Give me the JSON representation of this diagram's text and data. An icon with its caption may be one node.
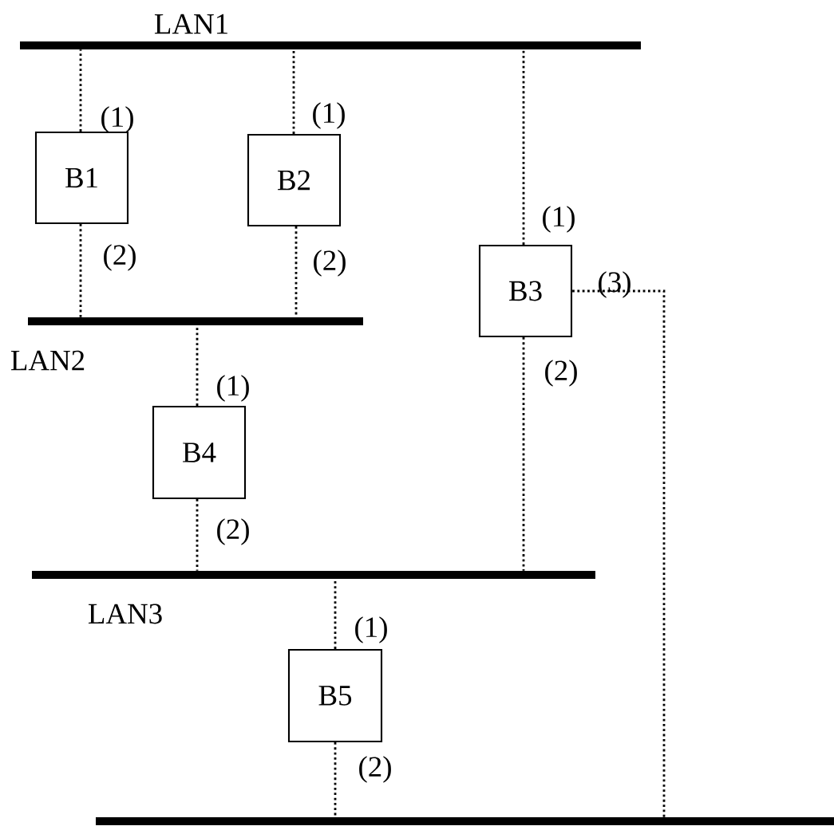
{
  "diagram": {
    "nodes": [
      {
        "text": [
          "LAN1"
        ]
      },
      {
        "text": [
          "B1"
        ]
      },
      {
        "text": [
          "B2"
        ]
      },
      {
        "text": [
          "B3"
        ]
      },
      {
        "text": [
          "LAN2"
        ]
      },
      {
        "text": [
          "B4"
        ]
      },
      {
        "text": [
          "LAN3"
        ]
      },
      {
        "text": [
          "B5"
        ]
      },
      {
        "text": [],
        "shape": "bar"
      }
    ],
    "edges": [
      {
        "from": 1,
        "to": 0,
        "arrow": "none",
        "label": "(1)"
      },
      {
        "from": 1,
        "to": 4,
        "arrow": "none",
        "label": "(2)"
      },
      {
        "from": 2,
        "to": 0,
        "arrow": "none",
        "label": "(1)"
      },
      {
        "from": 2,
        "to": 4,
        "arrow": "none",
        "label": "(2)"
      },
      {
        "from": 3,
        "to": 0,
        "arrow": "none",
        "label": "(1)"
      },
      {
        "from": 3,
        "to": 6,
        "arrow": "none",
        "label": "(2)"
      },
      {
        "from": 3,
        "to": 8,
        "arrow": "none",
        "label": "(3)"
      },
      {
        "from": 5,
        "to": 4,
        "arrow": "none",
        "label": "(1)"
      },
      {
        "from": 5,
        "to": 6,
        "arrow": "none",
        "label": "(2)"
      },
      {
        "from": 7,
        "to": 6,
        "arrow": "none",
        "label": "(1)"
      },
      {
        "from": 7,
        "to": 8,
        "arrow": "none",
        "label": "(2)"
      }
    ]
  }
}
